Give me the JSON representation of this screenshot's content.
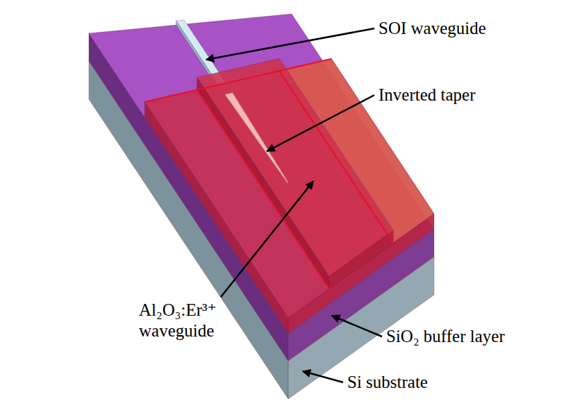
{
  "diagram": {
    "labels": [
      "SOI waveguide",
      "Inverted taper",
      "Al₂O₃:Er³⁺ waveguide",
      "SiO₂ buffer layer",
      "Si substrate"
    ]
  }
}
